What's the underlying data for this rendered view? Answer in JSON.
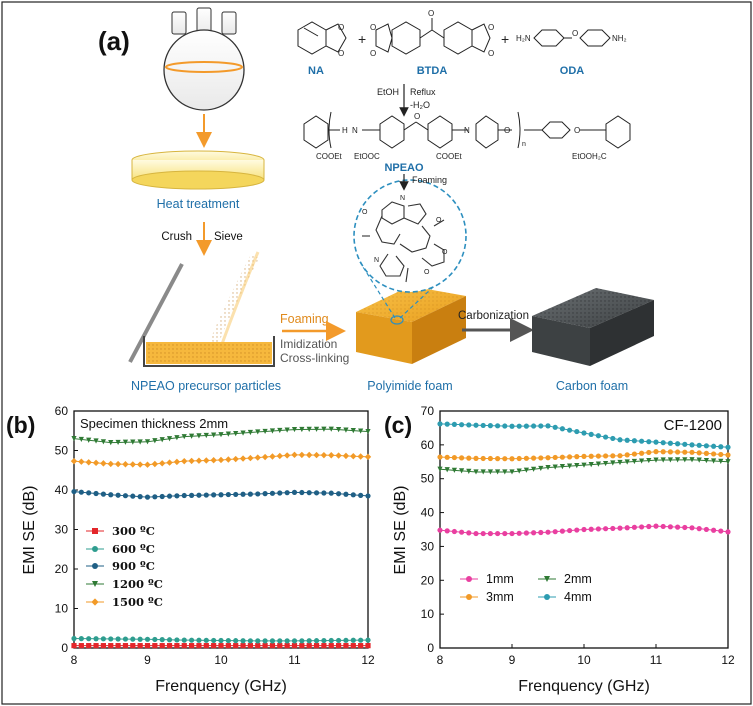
{
  "panel_labels": {
    "a": "(a)",
    "b": "(b)",
    "c": "(c)"
  },
  "scheme": {
    "monomers": {
      "na": "NA",
      "btda": "BTDA",
      "oda": "ODA",
      "plus": "+"
    },
    "conditions": {
      "solvent": "EtOH",
      "reflux": "Reflux",
      "water": "-H₂O"
    },
    "polymer_name": "NPEAO",
    "polymer_groups": {
      "cooet_left": "COOEt",
      "etooc": "EtOOC",
      "cooet_right": "COOEt",
      "etooch2c": "EtOOH₂C",
      "nh": "N",
      "n_sub": "n"
    },
    "foaming_arrow": "Foaming",
    "heat_treatment": "Heat treatment",
    "crush": "Crush",
    "sieve": "Sieve",
    "process_steps": [
      "Foaming",
      "Imidization",
      "Cross-linking"
    ],
    "carbonization": "Carbonization",
    "captions": {
      "precursor": "NPEAO precursor particles",
      "polyimide": "Polyimide foam",
      "carbon": "Carbon foam"
    }
  },
  "colors": {
    "label_blue": "#1f6fa8",
    "arrow_orange": "#f39a2b",
    "foam_yellow": "#f3ad2a",
    "carbon_gray": "#4b4f52",
    "s300": "#e3262a",
    "s600": "#2e9d8f",
    "s900": "#1f5f85",
    "s1200": "#2f7a34",
    "s1500": "#f29a27",
    "t1": "#e93fa0",
    "t2": "#2f7a34",
    "t3": "#f29a27",
    "t4": "#2d9cb0"
  },
  "chart_data": [
    {
      "type": "line",
      "title": "Specimen thickness 2mm",
      "xlabel": "Frenquency (GHz)",
      "ylabel": "EMI SE (dB)",
      "xlim": [
        8,
        12
      ],
      "ylim": [
        0,
        60
      ],
      "xticks": [
        8,
        9,
        10,
        11,
        12
      ],
      "yticks": [
        0,
        10,
        20,
        30,
        40,
        50,
        60
      ],
      "legend_position": "left-middle",
      "x": [
        8.0,
        8.5,
        9.0,
        9.5,
        10.0,
        10.5,
        11.0,
        11.5,
        12.0
      ],
      "series": [
        {
          "name": "300 ºC",
          "marker": "square",
          "color": "#e3262a",
          "values": [
            0.6,
            0.6,
            0.6,
            0.6,
            0.6,
            0.6,
            0.6,
            0.6,
            0.6
          ]
        },
        {
          "name": "600 ºC",
          "marker": "circle",
          "color": "#2e9d8f",
          "values": [
            2.4,
            2.3,
            2.2,
            2.0,
            1.9,
            1.8,
            1.8,
            1.9,
            2.0
          ]
        },
        {
          "name": "900 ºC",
          "marker": "circle",
          "color": "#1f5f85",
          "values": [
            39.6,
            38.8,
            38.2,
            38.6,
            38.8,
            39.0,
            39.4,
            39.2,
            38.5
          ]
        },
        {
          "name": "1200 ºC",
          "marker": "triangle-down",
          "color": "#2f7a34",
          "values": [
            53.0,
            52.0,
            52.2,
            53.5,
            54.0,
            54.7,
            55.3,
            55.4,
            54.8
          ]
        },
        {
          "name": "1500 ºC",
          "marker": "diamond",
          "color": "#f29a27",
          "values": [
            47.3,
            46.6,
            46.4,
            47.3,
            47.6,
            48.2,
            48.9,
            48.8,
            48.4
          ]
        }
      ]
    },
    {
      "type": "line",
      "title": "CF-1200",
      "xlabel": "Frenquency (GHz)",
      "ylabel": "EMI SE (dB)",
      "xlim": [
        8,
        12
      ],
      "ylim": [
        0,
        70
      ],
      "xticks": [
        8,
        9,
        10,
        11,
        12
      ],
      "yticks": [
        0,
        10,
        20,
        30,
        40,
        50,
        60,
        70
      ],
      "legend_position": "left-middle",
      "x": [
        8.0,
        8.5,
        9.0,
        9.5,
        10.0,
        10.5,
        11.0,
        11.5,
        12.0
      ],
      "series": [
        {
          "name": "1mm",
          "marker": "circle",
          "color": "#e93fa0",
          "values": [
            34.8,
            33.8,
            33.8,
            34.2,
            35.0,
            35.4,
            36.0,
            35.5,
            34.3
          ]
        },
        {
          "name": "2mm",
          "marker": "triangle-down",
          "color": "#2f7a34",
          "values": [
            52.8,
            52.0,
            52.0,
            53.3,
            54.0,
            54.8,
            55.5,
            55.6,
            55.0
          ]
        },
        {
          "name": "3mm",
          "marker": "circle",
          "color": "#f29a27",
          "values": [
            56.4,
            56.0,
            55.9,
            56.2,
            56.6,
            56.8,
            58.0,
            57.8,
            57.0
          ]
        },
        {
          "name": "4mm",
          "marker": "circle",
          "color": "#2d9cb0",
          "values": [
            66.2,
            65.8,
            65.5,
            65.6,
            63.5,
            61.5,
            60.8,
            60.0,
            59.3
          ]
        }
      ]
    }
  ]
}
